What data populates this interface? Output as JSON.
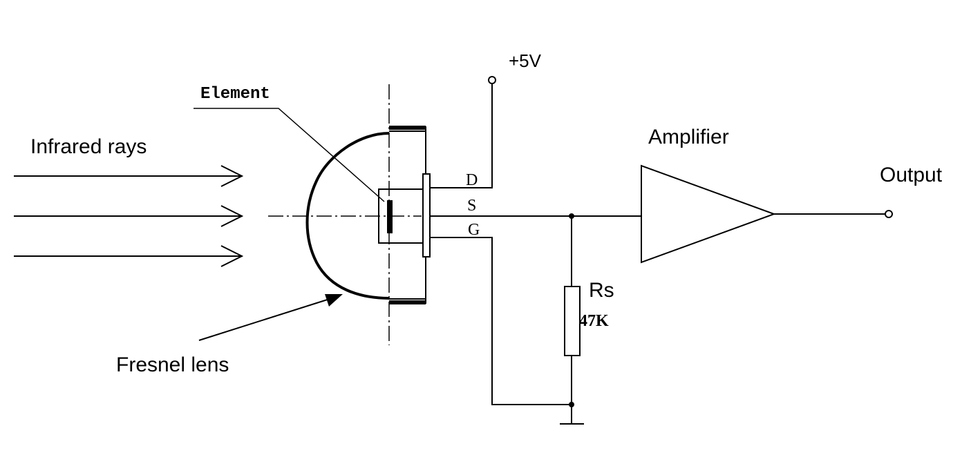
{
  "diagram": {
    "labels": {
      "infrared_rays": "Infrared rays",
      "fresnel_lens": "Fresnel lens",
      "element": "Element",
      "supply": "+5V",
      "pin_d": "D",
      "pin_s": "S",
      "pin_g": "G",
      "amplifier": "Amplifier",
      "output": "Output",
      "resistor_name": "Rs",
      "resistor_value": "47K"
    }
  }
}
